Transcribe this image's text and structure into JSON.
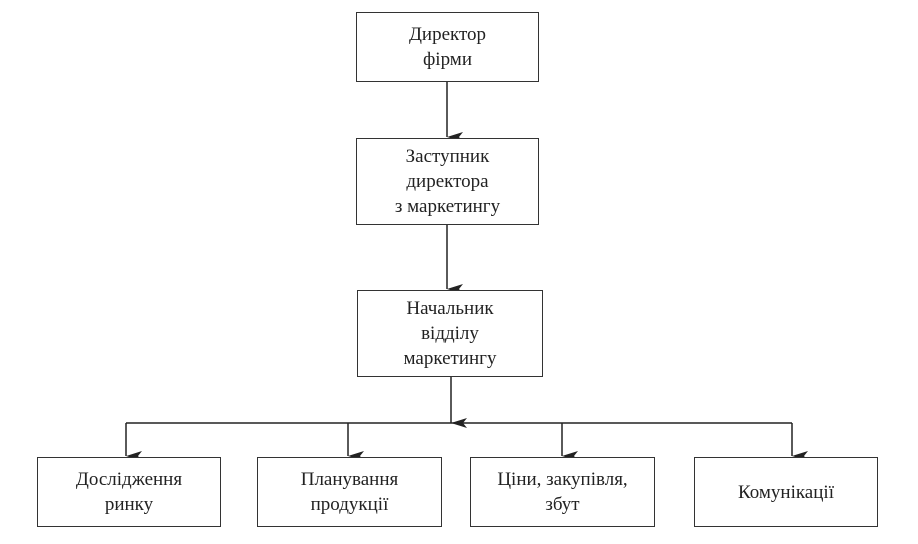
{
  "nodes": {
    "director": {
      "lines": [
        "Директор",
        "фірми"
      ]
    },
    "deputy": {
      "lines": [
        "Заступник",
        "директора",
        "з маркетингу"
      ]
    },
    "head": {
      "lines": [
        "Начальник",
        "відділу",
        "маркетингу"
      ]
    },
    "research": {
      "lines": [
        "Дослідження",
        "ринку"
      ]
    },
    "planning": {
      "lines": [
        "Планування",
        "продукції"
      ]
    },
    "prices": {
      "lines": [
        "Ціни, закупівля,",
        "збут"
      ]
    },
    "communications": {
      "lines": [
        "Комунікації"
      ]
    }
  }
}
